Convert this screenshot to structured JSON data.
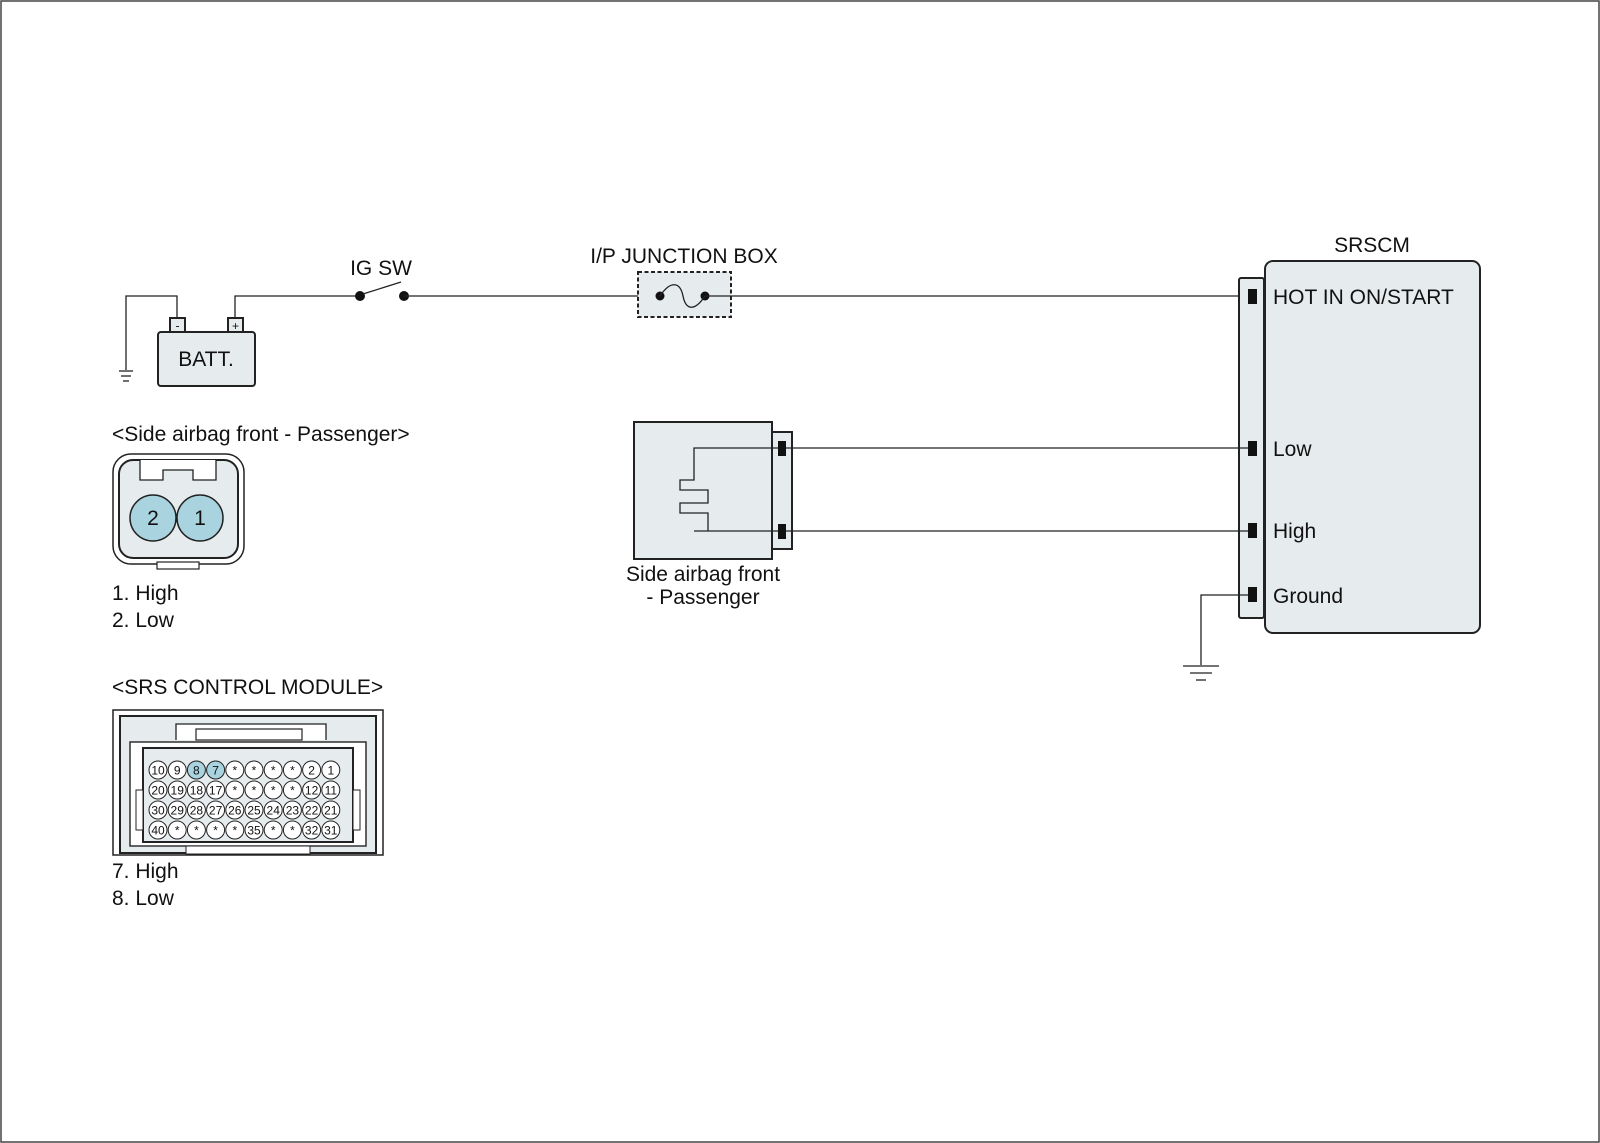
{
  "battery": {
    "label": "BATT.",
    "neg": "-",
    "pos": "+"
  },
  "ig_switch": {
    "label": "IG SW"
  },
  "junction_box": {
    "label": "I/P JUNCTION BOX"
  },
  "srscm": {
    "title": "SRSCM",
    "pins": [
      "HOT IN ON/START",
      "Low",
      "High",
      "Ground"
    ]
  },
  "airbag": {
    "label_line1": "Side airbag front",
    "label_line2": "- Passenger"
  },
  "connector_airbag": {
    "title": "<Side airbag front - Passenger>",
    "pins": [
      "2",
      "1"
    ],
    "legend": [
      "1. High",
      "2. Low"
    ]
  },
  "connector_srs": {
    "title": "<SRS CONTROL MODULE>",
    "rows": [
      [
        "10",
        "9",
        "8",
        "7",
        "*",
        "*",
        "*",
        "*",
        "2",
        "1"
      ],
      [
        "20",
        "19",
        "18",
        "17",
        "*",
        "*",
        "*",
        "*",
        "12",
        "11"
      ],
      [
        "30",
        "29",
        "28",
        "27",
        "26",
        "25",
        "24",
        "23",
        "22",
        "21"
      ],
      [
        "40",
        "*",
        "*",
        "*",
        "*",
        "35",
        "*",
        "*",
        "32",
        "31"
      ]
    ],
    "highlighted": [
      "8",
      "7"
    ],
    "legend": [
      "7. High",
      "8. Low"
    ]
  },
  "colors": {
    "component_fill": "#e6ecee",
    "pin_highlight": "#a9d3df",
    "line": "#222222"
  }
}
